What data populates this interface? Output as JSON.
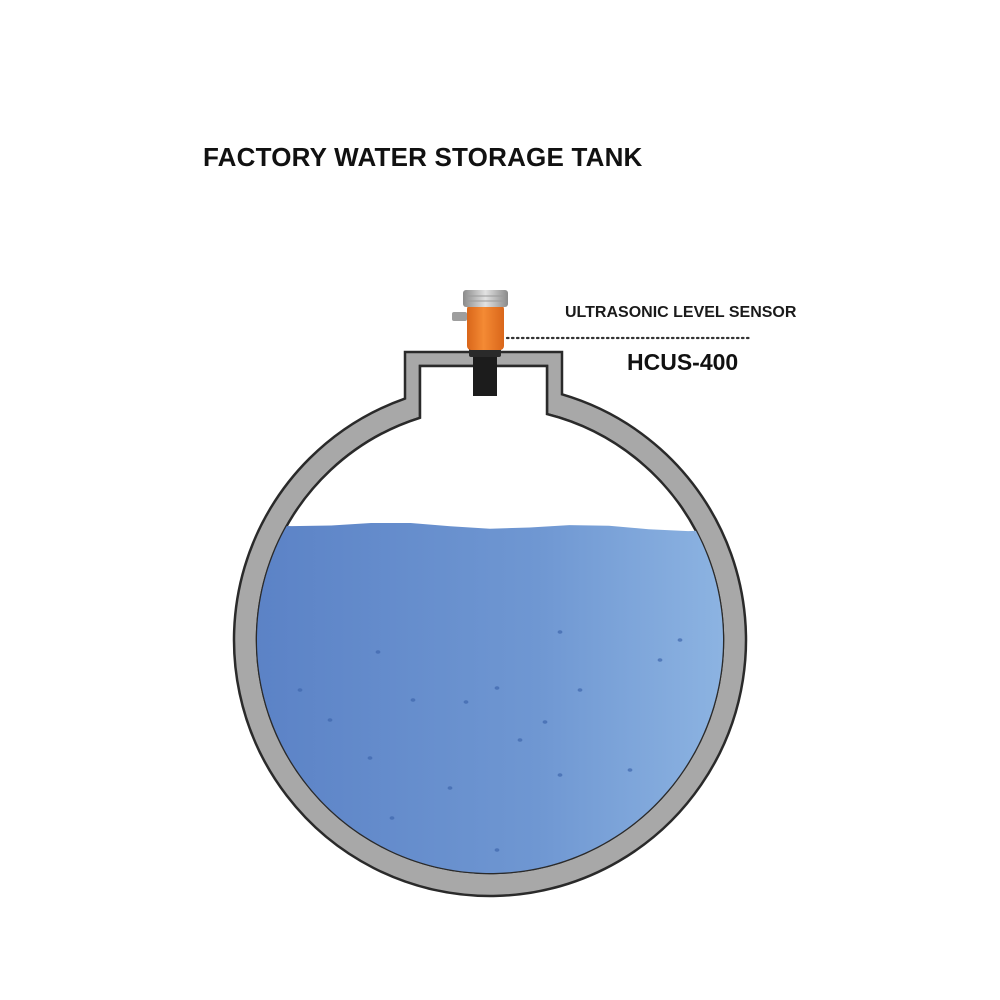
{
  "title": "FACTORY WATER STORAGE TANK",
  "sensor": {
    "label": "ULTRASONIC LEVEL SENSOR",
    "model": "HCUS-400",
    "body_color": "#f07c24",
    "cap_color": "#b9b9b9",
    "probe_color": "#1c1c1c"
  },
  "tank": {
    "wall_color": "#a8a8a8",
    "outline_color": "#2a2a2a",
    "water_color": "#6b93cf",
    "water_level": 0.69
  }
}
